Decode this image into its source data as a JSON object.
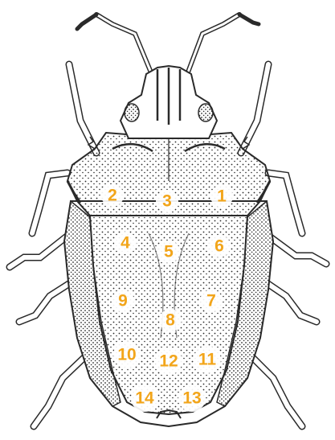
{
  "illustration": {
    "subject": "stink bug dorsal view (pen-and-ink stipple drawing)",
    "ink_color": "#2a2a2a",
    "marker_color": "#f2a51a"
  },
  "markers": [
    {
      "id": "1",
      "label": "1"
    },
    {
      "id": "2",
      "label": "2"
    },
    {
      "id": "3",
      "label": "3"
    },
    {
      "id": "4",
      "label": "4"
    },
    {
      "id": "5",
      "label": "5"
    },
    {
      "id": "6",
      "label": "6"
    },
    {
      "id": "7",
      "label": "7"
    },
    {
      "id": "8",
      "label": "8"
    },
    {
      "id": "9",
      "label": "9"
    },
    {
      "id": "10",
      "label": "10"
    },
    {
      "id": "11",
      "label": "11"
    },
    {
      "id": "12",
      "label": "12"
    },
    {
      "id": "13",
      "label": "13"
    },
    {
      "id": "14",
      "label": "14"
    }
  ]
}
